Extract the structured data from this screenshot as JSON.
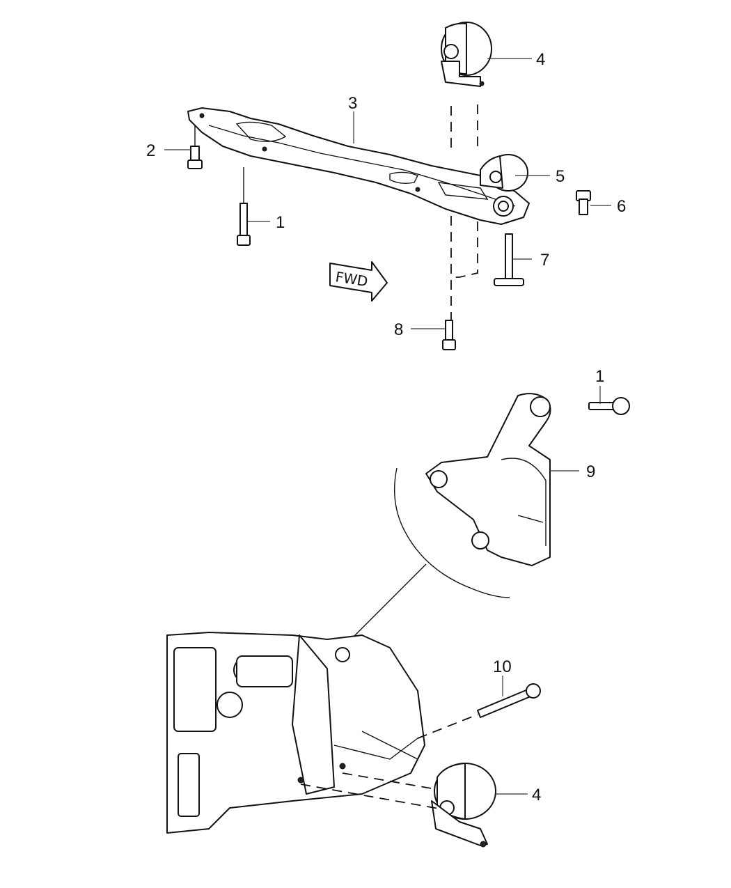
{
  "diagram": {
    "fwd_label": "FWD",
    "callouts": [
      {
        "id": "c1a",
        "text": "1"
      },
      {
        "id": "c2",
        "text": "2"
      },
      {
        "id": "c3",
        "text": "3"
      },
      {
        "id": "c4a",
        "text": "4"
      },
      {
        "id": "c5",
        "text": "5"
      },
      {
        "id": "c6",
        "text": "6"
      },
      {
        "id": "c7",
        "text": "7"
      },
      {
        "id": "c8",
        "text": "8"
      },
      {
        "id": "c1b",
        "text": "1"
      },
      {
        "id": "c9",
        "text": "9"
      },
      {
        "id": "c10",
        "text": "10"
      },
      {
        "id": "c4b",
        "text": "4"
      }
    ]
  }
}
